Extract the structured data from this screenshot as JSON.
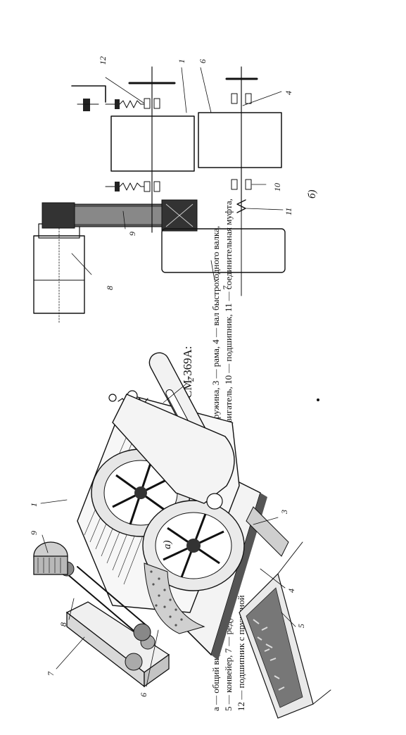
{
  "figure": {
    "title": "Рис. 38. Дырчатые вальцы СМ-369А:",
    "legend_lines": [
      "а — общий вид, б — кинематическая схема; 1, 6 — дырчатые валки, 2 — пружина, 3 — рама, 4 — вал быстроходного валка,",
      "5 — конвейер, 7 — редуктор, 8 — клиноременная передача, 9 — электродвигатель, 10 — подшипник, 11 — соединительная муфта,",
      "12 — подшипник с пружиной"
    ],
    "panel_a_label": "а)",
    "panel_b_label": "б)"
  },
  "callouts_a": [
    "1",
    "2",
    "3",
    "4",
    "5",
    "6",
    "7",
    "8",
    "9"
  ],
  "callouts_b": [
    "1",
    "4",
    "6",
    "7",
    "8",
    "9",
    "10",
    "11",
    "12"
  ]
}
